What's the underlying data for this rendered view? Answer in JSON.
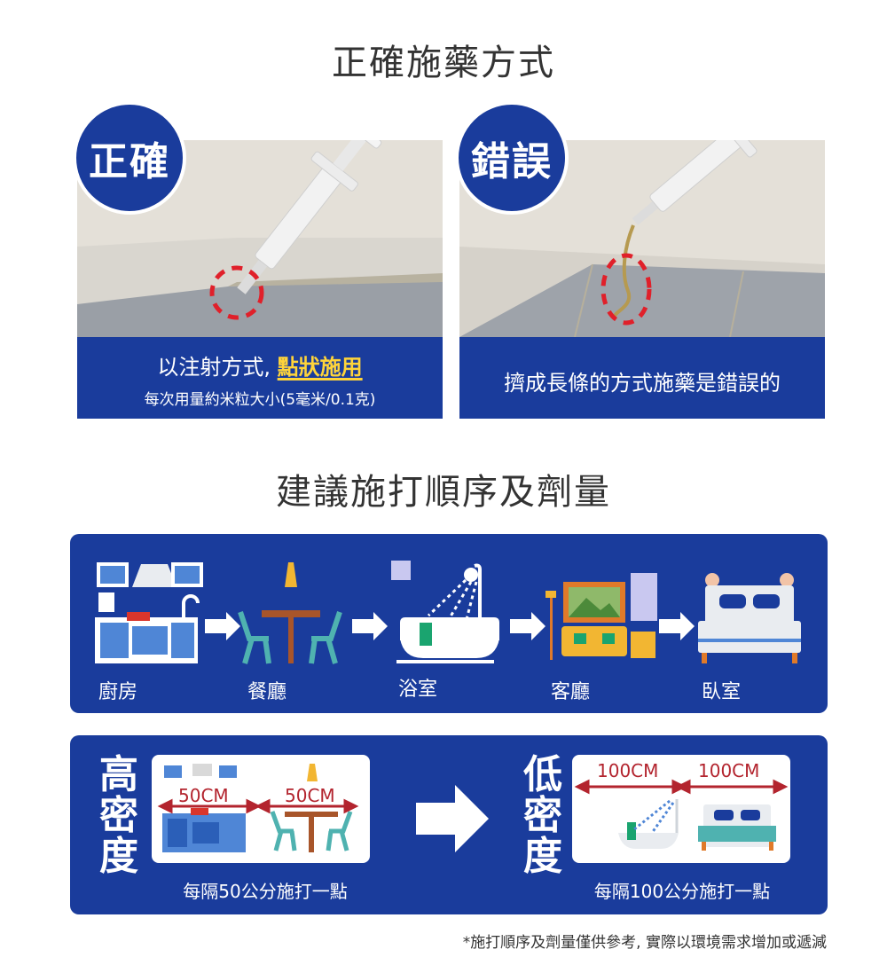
{
  "section1": {
    "title": "正確施藥方式",
    "correct": {
      "badge": "正確",
      "line1_prefix": "以注射方式,",
      "line1_highlight": "點狀施用",
      "line2": "每次用量約米粒大小(5毫米/0.1克)"
    },
    "wrong": {
      "badge": "錯誤",
      "line1": "擠成長條的方式施藥是錯誤的"
    }
  },
  "section2": {
    "title": "建議施打順序及劑量",
    "rooms": [
      "廚房",
      "餐廳",
      "浴室",
      "客廳",
      "臥室"
    ]
  },
  "density": {
    "high": {
      "label": [
        "高",
        "密",
        "度"
      ],
      "measure_a": "50CM",
      "measure_b": "50CM",
      "caption": "每隔50公分施打一點"
    },
    "low": {
      "label": [
        "低",
        "密",
        "度"
      ],
      "measure_a": "100CM",
      "measure_b": "100CM",
      "caption": "每隔100公分施打一點"
    }
  },
  "footnote": "*施打順序及劑量僅供參考, 實際以環境需求增加或遞減",
  "colors": {
    "primary": "#1a3c9c",
    "highlight": "#ffd43a",
    "measure": "#b3242e"
  }
}
